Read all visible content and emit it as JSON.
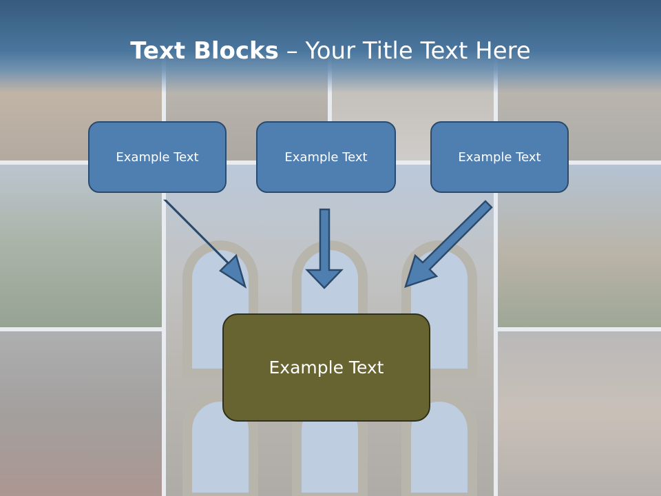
{
  "slide": {
    "title_strong": "Text Blocks",
    "title_rest": " – Your Title Text Here",
    "boxes": [
      {
        "label": "Example Text"
      },
      {
        "label": "Example Text"
      },
      {
        "label": "Example Text"
      }
    ],
    "main_box": {
      "label": "Example Text"
    }
  },
  "colors": {
    "header": "#4a769e",
    "box_fill": "#4f7fb0",
    "box_border": "#2b4a6b",
    "main_box_fill": "#676431",
    "arrow_fill": "#4f7fb0"
  }
}
